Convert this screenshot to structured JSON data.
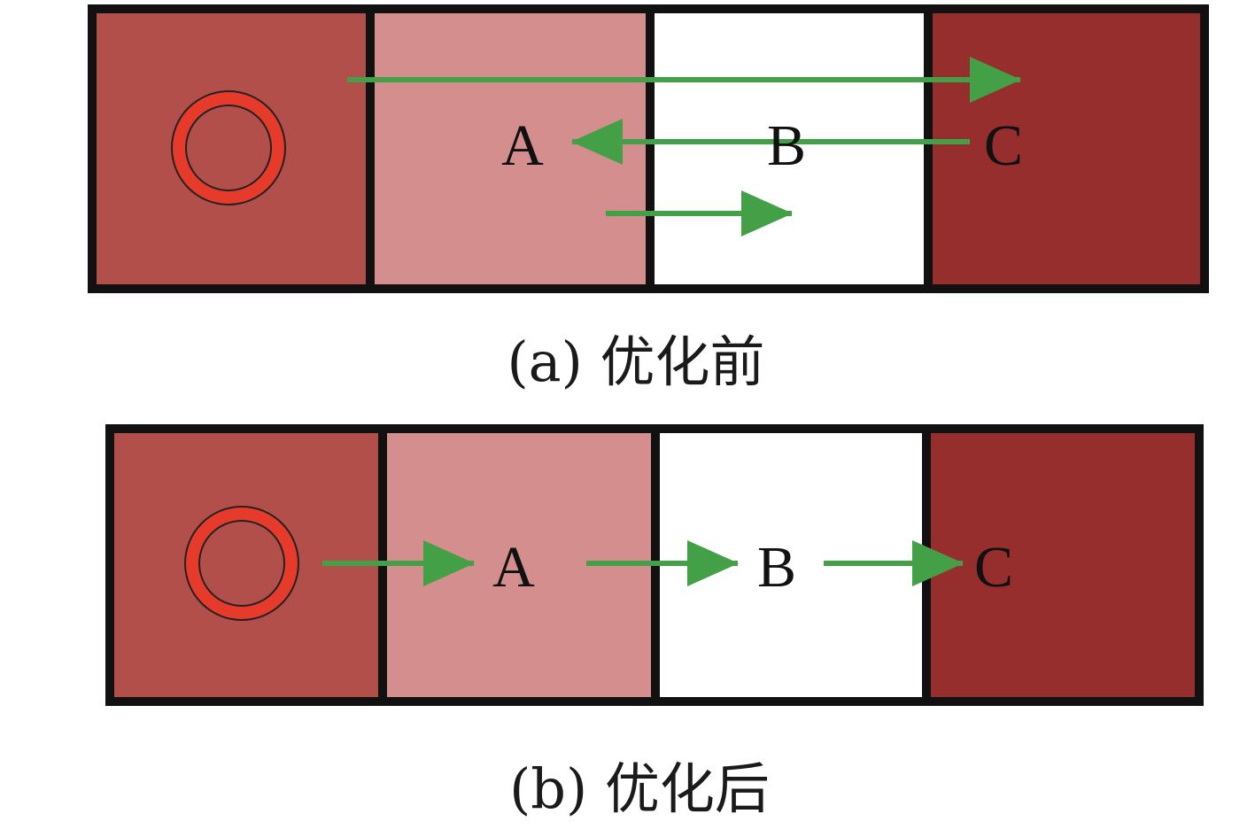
{
  "colors": {
    "cell_1": "#b24f4b",
    "cell_2": "#d48e8d",
    "cell_3": "#ffffff",
    "cell_4": "#962e2e",
    "border": "#111111",
    "arrow": "#44a046",
    "ring": "#e63a2a"
  },
  "panel_a": {
    "caption": "(a) 优化前",
    "labels": {
      "a": "A",
      "b": "B",
      "c": "C"
    },
    "arrows": [
      {
        "from": "start",
        "to": "C"
      },
      {
        "from": "C",
        "to": "A"
      },
      {
        "from": "A",
        "to": "B"
      }
    ]
  },
  "panel_b": {
    "caption": "(b) 优化后",
    "labels": {
      "a": "A",
      "b": "B",
      "c": "C"
    },
    "arrows": [
      {
        "from": "start",
        "to": "A"
      },
      {
        "from": "A",
        "to": "B"
      },
      {
        "from": "B",
        "to": "C"
      }
    ]
  },
  "icons": {
    "start_marker": "ring-icon"
  }
}
